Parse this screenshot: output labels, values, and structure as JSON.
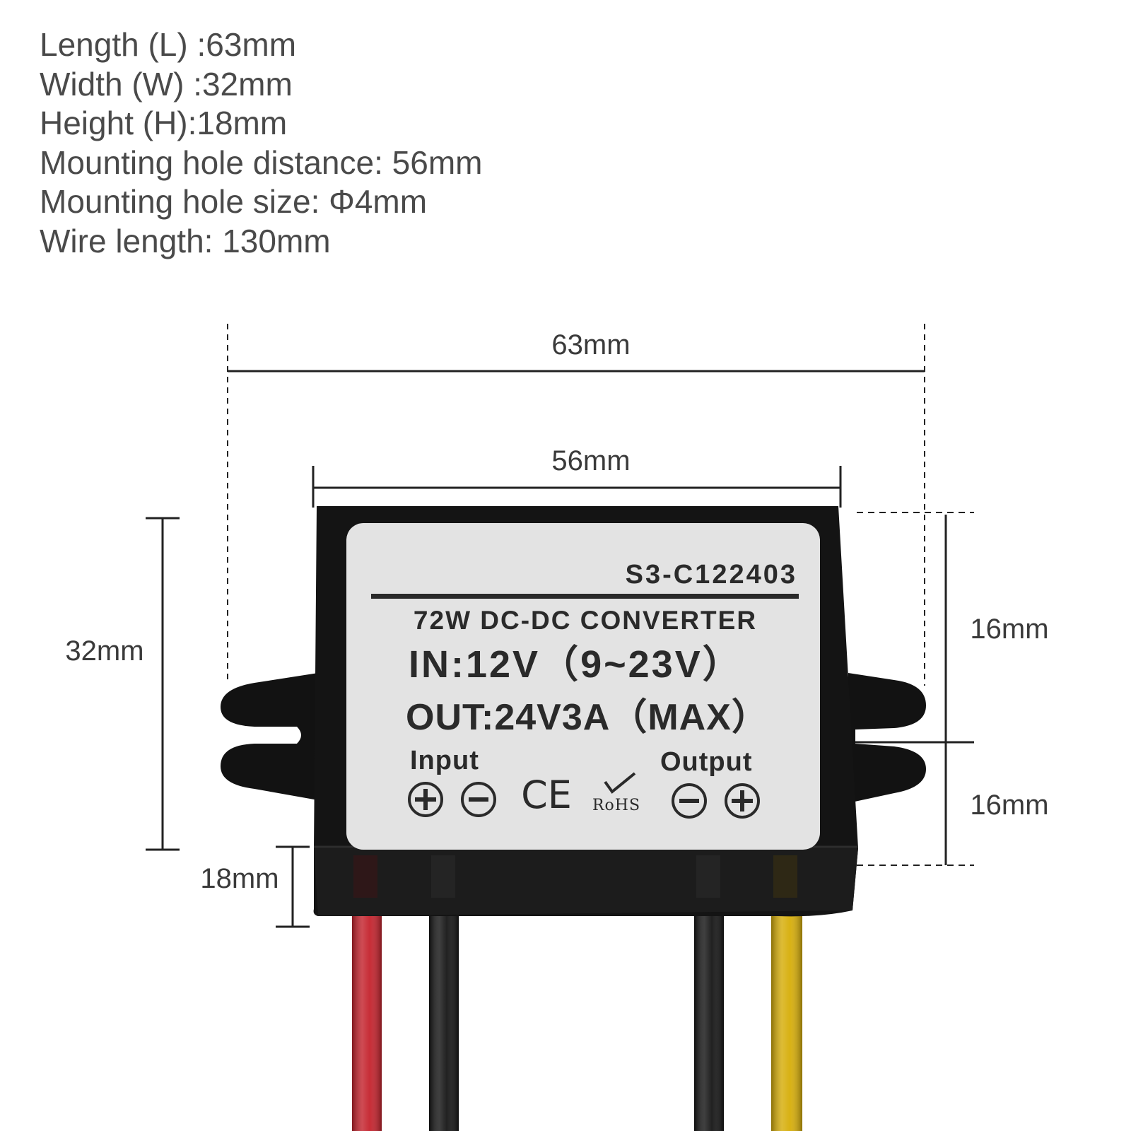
{
  "specs": [
    "Length (L) :63mm",
    "Width (W) :32mm",
    "Height (H):18mm",
    "Mounting hole distance: 56mm",
    "Mounting hole size: Φ4mm",
    "Wire length: 130mm"
  ],
  "dimensions": {
    "length": "63mm",
    "hole_distance": "56mm",
    "width": "32mm",
    "height": "18mm",
    "half_width_top": "16mm",
    "half_width_bottom": "16mm"
  },
  "label": {
    "serial": "S3-C122403",
    "title": "72W DC-DC CONVERTER",
    "input_voltage": "IN:12V（9~23V）",
    "output_rating": "OUT:24V3A（MAX）",
    "input_text": "Input",
    "output_text": "Output",
    "ce_mark": "CE",
    "rohs_mark": "RoHS"
  },
  "wires": [
    {
      "name": "input-positive",
      "color": "#c4222c"
    },
    {
      "name": "input-negative",
      "color": "#151515"
    },
    {
      "name": "output-negative",
      "color": "#151515"
    },
    {
      "name": "output-positive",
      "color": "#d6ad08"
    }
  ],
  "colors": {
    "housing": "#111111",
    "label_background": "#e3e3e3",
    "dimension_line": "#222222",
    "text": "#4a4a4a"
  },
  "icons": [
    "plus-circle-icon",
    "minus-circle-icon",
    "ce-mark-icon",
    "rohs-check-icon"
  ]
}
